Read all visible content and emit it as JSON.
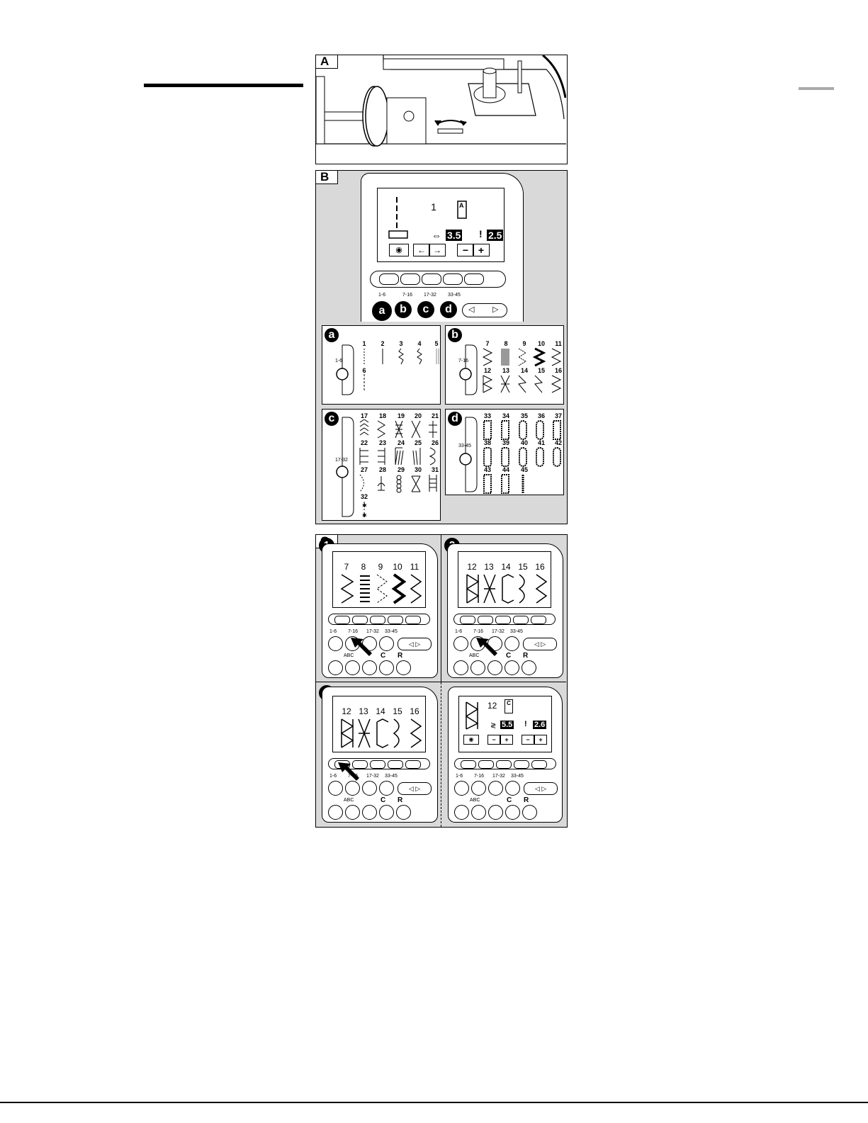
{
  "panel_labels": {
    "a": "A",
    "b": "B",
    "c": "C"
  },
  "lcd_main": {
    "pattern_number": "1",
    "width_value": "3.5",
    "length_value": "2.5",
    "foot_letter": "A"
  },
  "group_buttons": [
    {
      "letter": "a",
      "range": "1-6"
    },
    {
      "letter": "b",
      "range": "7-16"
    },
    {
      "letter": "c",
      "range": "17-32"
    },
    {
      "letter": "d",
      "range": "33-45"
    }
  ],
  "group_a": {
    "letter": "a",
    "range": "1-6",
    "row1": [
      "1",
      "2",
      "3",
      "4",
      "5"
    ],
    "row2": [
      "6"
    ]
  },
  "group_b": {
    "letter": "b",
    "range": "7-16",
    "row1": [
      "7",
      "8",
      "9",
      "10",
      "11"
    ],
    "row2": [
      "12",
      "13",
      "14",
      "15",
      "16"
    ]
  },
  "group_c": {
    "letter": "c",
    "range": "17-32",
    "row1": [
      "17",
      "18",
      "19",
      "20",
      "21"
    ],
    "row2": [
      "22",
      "23",
      "24",
      "25",
      "26"
    ],
    "row3": [
      "27",
      "28",
      "29",
      "30",
      "31"
    ],
    "row4": [
      "32"
    ]
  },
  "group_d": {
    "letter": "d",
    "range": "33-45",
    "row1": [
      "33",
      "34",
      "35",
      "36",
      "37"
    ],
    "row2": [
      "38",
      "39",
      "40",
      "41",
      "42"
    ],
    "row3": [
      "43",
      "44",
      "45"
    ]
  },
  "steps": {
    "step1": {
      "badge": "1",
      "numbers": [
        "7",
        "8",
        "9",
        "10",
        "11"
      ]
    },
    "step2": {
      "badge": "2",
      "numbers": [
        "12",
        "13",
        "14",
        "15",
        "16"
      ]
    },
    "step3": {
      "badge": "3",
      "numbers": [
        "12",
        "13",
        "14",
        "15",
        "16"
      ]
    },
    "step4": {
      "pattern_number": "12",
      "width_value": "5.5",
      "length_value": "2.6",
      "foot_letter": "C"
    }
  },
  "small_labels": {
    "r1": "1-6",
    "r2": "7-16",
    "r3": "17-32",
    "r4": "33-45",
    "abc": "ABC",
    "c": "C",
    "r": "R"
  }
}
